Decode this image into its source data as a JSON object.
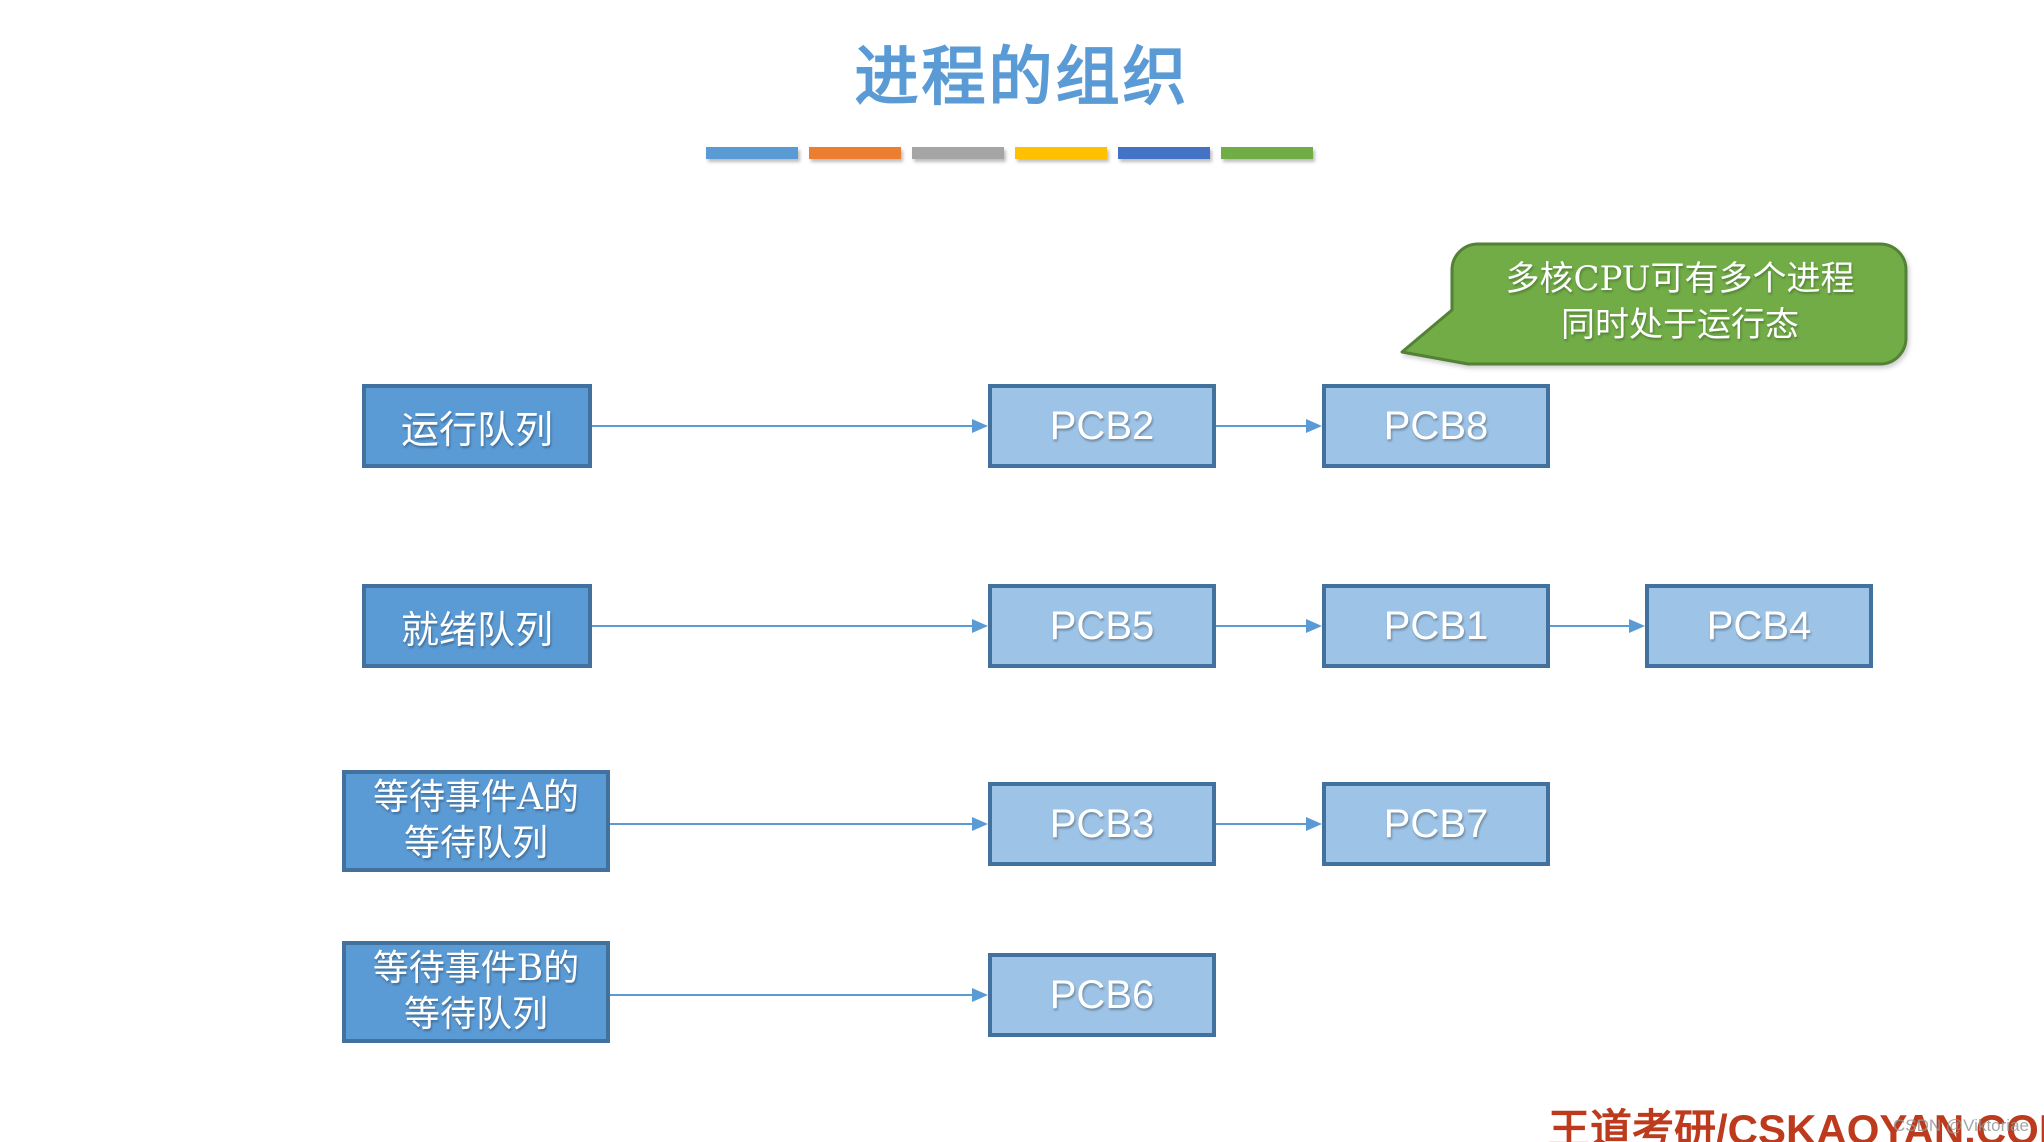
{
  "slide": {
    "title": "进程的组织",
    "accent_bars": [
      {
        "name": "blue",
        "color": "#5B9BD5"
      },
      {
        "name": "orange",
        "color": "#ED7D31"
      },
      {
        "name": "gray",
        "color": "#A5A5A5"
      },
      {
        "name": "gold",
        "color": "#FFC000"
      },
      {
        "name": "dark-blue",
        "color": "#4472C4"
      },
      {
        "name": "green",
        "color": "#70AD47"
      }
    ]
  },
  "callout": {
    "line1": "多核CPU可有多个进程",
    "line2": "同时处于运行态",
    "fill_color": "#71AC47",
    "border_color": "#538135",
    "text_color": "#FFFFFF"
  },
  "queues": [
    {
      "label": "运行队列",
      "pcbs": [
        "PCB2",
        "PCB8"
      ]
    },
    {
      "label": "就绪队列",
      "pcbs": [
        "PCB5",
        "PCB1",
        "PCB4"
      ]
    },
    {
      "label_line1": "等待事件A的",
      "label_line2": "等待队列",
      "pcbs": [
        "PCB3",
        "PCB7"
      ]
    },
    {
      "label_line1": "等待事件B的",
      "label_line2": "等待队列",
      "pcbs": [
        "PCB6"
      ]
    }
  ],
  "colors": {
    "title": "#5B9BD5",
    "queue_box_fill": "#5B9BD5",
    "queue_box_border": "#41719C",
    "pcb_box_fill": "#9DC3E6",
    "pcb_box_border": "#41719C",
    "arrow": "#5B9BD5"
  },
  "footer": {
    "brand_cn": "王道考研",
    "brand_site": "/CSKAOYAN.COM",
    "brand_color": "#BE3A1D",
    "watermark": "CSDN @Viktoriae"
  }
}
